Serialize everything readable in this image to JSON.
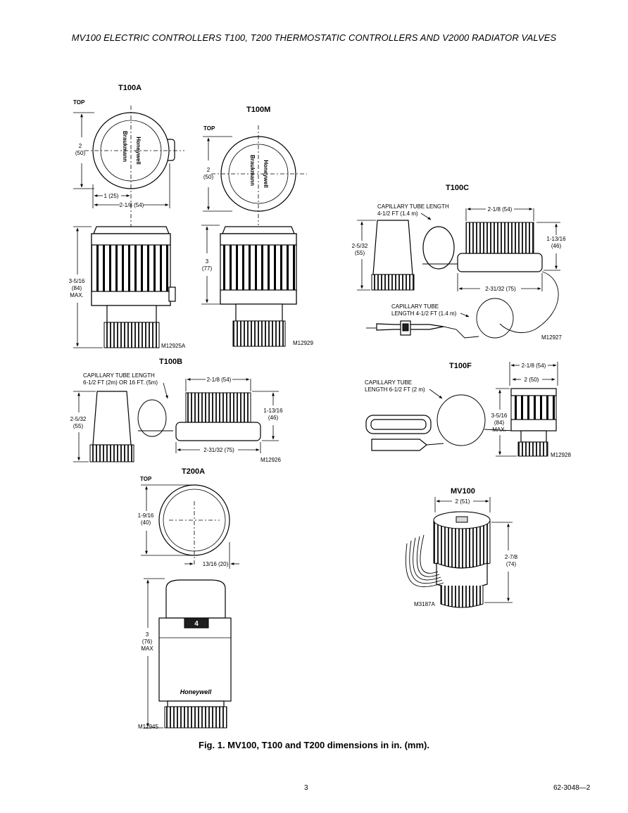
{
  "header": "MV100 ELECTRIC CONTROLLERS T100, T200 THERMOSTATIC CONTROLLERS AND V2000 RADIATOR VALVES",
  "caption": "Fig. 1. MV100, T100 and T200 dimensions in in. (mm).",
  "footer": {
    "page": "3",
    "doc_number": "62-3048—2"
  },
  "figures": {
    "t100a": {
      "title": "T100A",
      "top": "TOP",
      "brand": "Braukmann",
      "maker": "Honeywell",
      "dim_height_top": "2",
      "dim_height_top_mm": "(50)",
      "dim_offset": "1 (25)",
      "dim_width": "2-1/8 (54)",
      "dim_height_side": "3-5/16",
      "dim_height_side_mm": "(84)",
      "dim_height_side_max": "MAX.",
      "ref": "M12925A"
    },
    "t100m": {
      "title": "T100M",
      "top": "TOP",
      "brand": "Braukmann",
      "maker": "Honeywell",
      "dim_height_top": "2",
      "dim_height_top_mm": "(50)",
      "dim_height_side": "3",
      "dim_height_side_mm": "(77)",
      "ref": "M12929"
    },
    "t100c": {
      "title": "T100C",
      "cap1_line1": "CAPILLARY TUBE LENGTH",
      "cap1_line2": "4-1/2 FT (1.4 m)",
      "dim_width": "2-1/8 (54)",
      "dim_sensor": "2-5/32",
      "dim_sensor_mm": "(55)",
      "dim_height": "1-13/16",
      "dim_height_mm": "(46)",
      "dim_base": "2-31/32 (75)",
      "cap2_line1": "CAPILLARY TUBE",
      "cap2_line2": "LENGTH 4-1/2 FT (1.4 m)",
      "ref": "M12927"
    },
    "t100b": {
      "title": "T100B",
      "cap_line1": "CAPILLARY TUBE LENGTH",
      "cap_line2": "6-1/2 FT (2m) OR 16 FT. (5m)",
      "dim_width": "2-1/8 (54)",
      "dim_sensor": "2-5/32",
      "dim_sensor_mm": "(55)",
      "dim_height": "1-13/16",
      "dim_height_mm": "(46)",
      "dim_base": "2-31/32 (75)",
      "ref": "M12926"
    },
    "t100f": {
      "title": "T100F",
      "cap_line1": "CAPILLARY TUBE",
      "cap_line2": "LENGTH 6-1/2 FT (2 m)",
      "dim_width": "2-1/8 (54)",
      "dim_inner": "2 (50)",
      "dim_height": "3-5/16",
      "dim_height_mm": "(84)",
      "dim_height_max": "MAX.",
      "ref": "M12928"
    },
    "t200a": {
      "title": "T200A",
      "top": "TOP",
      "dim_dia": "1-9/16",
      "dim_dia_mm": "(40)",
      "dim_offset": "13/16 (20)",
      "dim_height": "3",
      "dim_height_mm": "(76)",
      "dim_height_max": "MAX",
      "setting": "4",
      "maker": "Honeywell",
      "ref": "M12945"
    },
    "mv100": {
      "title": "MV100",
      "dim_width": "2 (51)",
      "dim_height": "2-7/8",
      "dim_height_mm": "(74)",
      "ref": "M3187A"
    }
  }
}
